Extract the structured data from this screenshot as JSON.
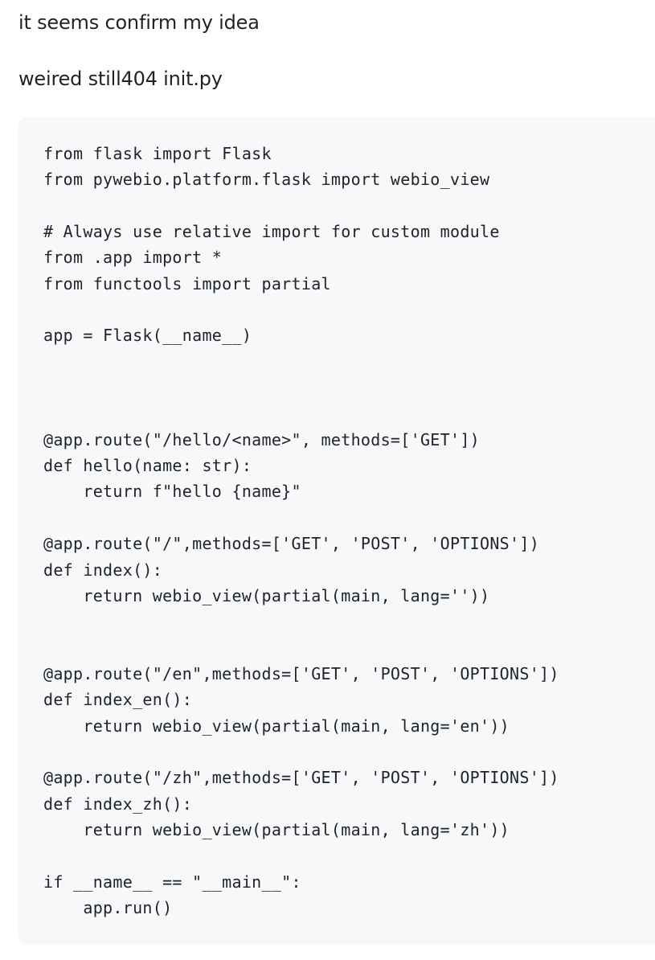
{
  "comment": {
    "paragraphs": [
      "it seems confirm my idea",
      "weired still404 init.py"
    ],
    "code_block": {
      "language": "python",
      "lines": [
        "from flask import Flask",
        "from pywebio.platform.flask import webio_view",
        "",
        "# Always use relative import for custom module",
        "from .app import *",
        "from functools import partial",
        "",
        "app = Flask(__name__)",
        "",
        "",
        "",
        "@app.route(\"/hello/<name>\", methods=['GET'])",
        "def hello(name: str):",
        "    return f\"hello {name}\"",
        "",
        "@app.route(\"/\",methods=['GET', 'POST', 'OPTIONS'])",
        "def index():",
        "    return webio_view(partial(main, lang=''))",
        "",
        "",
        "@app.route(\"/en\",methods=['GET', 'POST', 'OPTIONS'])",
        "def index_en():",
        "    return webio_view(partial(main, lang='en'))",
        "",
        "@app.route(\"/zh\",methods=['GET', 'POST', 'OPTIONS'])",
        "def index_zh():",
        "    return webio_view(partial(main, lang='zh'))",
        "",
        "if __name__ == \"__main__\":",
        "    app.run()"
      ],
      "background": "#f6f8fa"
    }
  }
}
